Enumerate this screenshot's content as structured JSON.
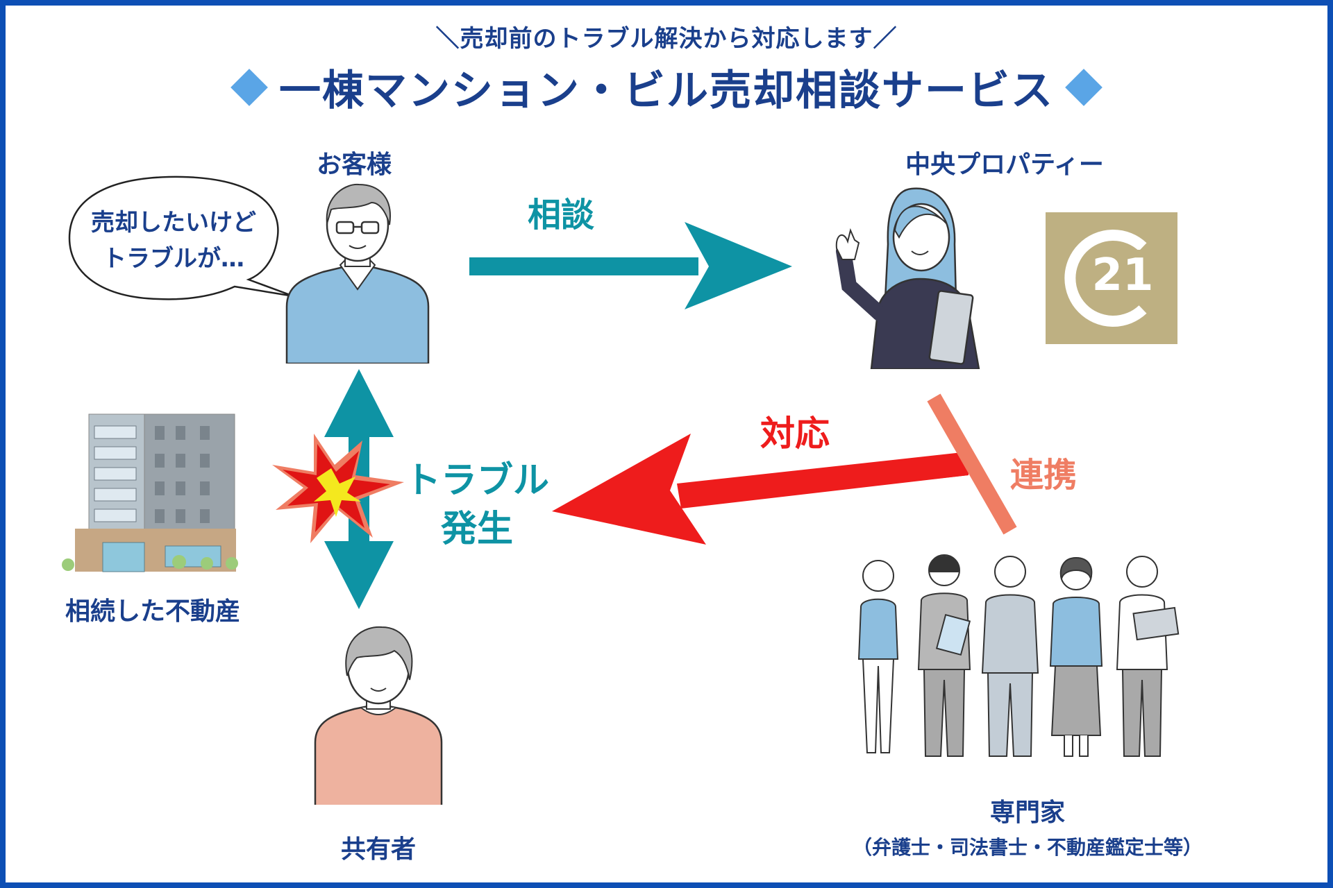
{
  "header": {
    "subtitle": "＼売却前のトラブル解決から対応します／",
    "title": "一棟マンション・ビル売却相談サービス"
  },
  "nodes": {
    "customer": "お客様",
    "company": "中央プロパティー",
    "property": "相続した不動産",
    "co_owner": "共有者",
    "experts": "専門家",
    "experts_detail": "（弁護士・司法書士・不動産鑑定士等）"
  },
  "speech_bubble": {
    "line1": "売却したいけど",
    "line2": "トラブルが…"
  },
  "arrows": {
    "consult": "相談",
    "respond": "対応",
    "cooperate": "連携",
    "trouble_line1": "トラブル",
    "trouble_line2": "発生"
  },
  "logo": {
    "text": "21"
  },
  "colors": {
    "frame": "#0d4fb5",
    "title": "#1a3f8c",
    "diamond": "#5aa5e6",
    "teal": "#0e93a4",
    "red": "#ee1c1c",
    "orange": "#ef7d63",
    "logo_bg": "#beb082"
  }
}
